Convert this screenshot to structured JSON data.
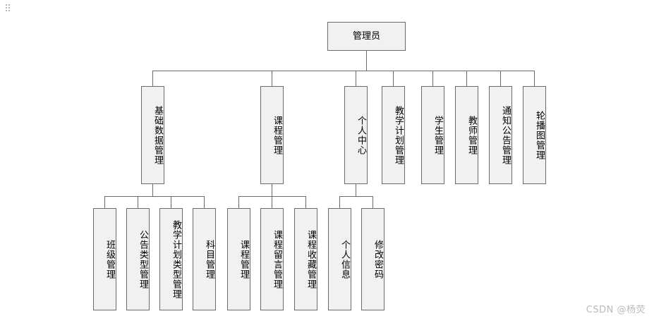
{
  "diagram": {
    "type": "org-tree",
    "root": {
      "id": "admin",
      "label": "管理员"
    },
    "level1": [
      {
        "id": "base-data",
        "label": "基础数据管理"
      },
      {
        "id": "course-mgmt",
        "label": "课程管理"
      },
      {
        "id": "personal-center",
        "label": "个人中心"
      },
      {
        "id": "teaching-plan",
        "label": "教学计划管理"
      },
      {
        "id": "student-mgmt",
        "label": "学生管理"
      },
      {
        "id": "teacher-mgmt",
        "label": "教师管理"
      },
      {
        "id": "notice-mgmt",
        "label": "通知公告管理"
      },
      {
        "id": "carousel-mgmt",
        "label": "轮播图管理"
      }
    ],
    "level2": [
      {
        "id": "class-mgmt",
        "label": "班级管理",
        "parent": "base-data"
      },
      {
        "id": "notice-type-mgmt",
        "label": "公告类型管理",
        "parent": "base-data"
      },
      {
        "id": "plan-type-mgmt",
        "label": "教学计划类型管理",
        "parent": "base-data"
      },
      {
        "id": "subject-mgmt",
        "label": "科目管理",
        "parent": "base-data"
      },
      {
        "id": "course-sub-mgmt",
        "label": "课程管理",
        "parent": "course-mgmt"
      },
      {
        "id": "course-message-mgmt",
        "label": "课程留言管理",
        "parent": "course-mgmt"
      },
      {
        "id": "course-favorite-mgmt",
        "label": "课程收藏管理",
        "parent": "course-mgmt"
      },
      {
        "id": "personal-info",
        "label": "个人信息",
        "parent": "personal-center"
      },
      {
        "id": "change-password",
        "label": "修改密码",
        "parent": "personal-center"
      }
    ]
  },
  "watermark": {
    "text": "CSDN @杨荧"
  }
}
